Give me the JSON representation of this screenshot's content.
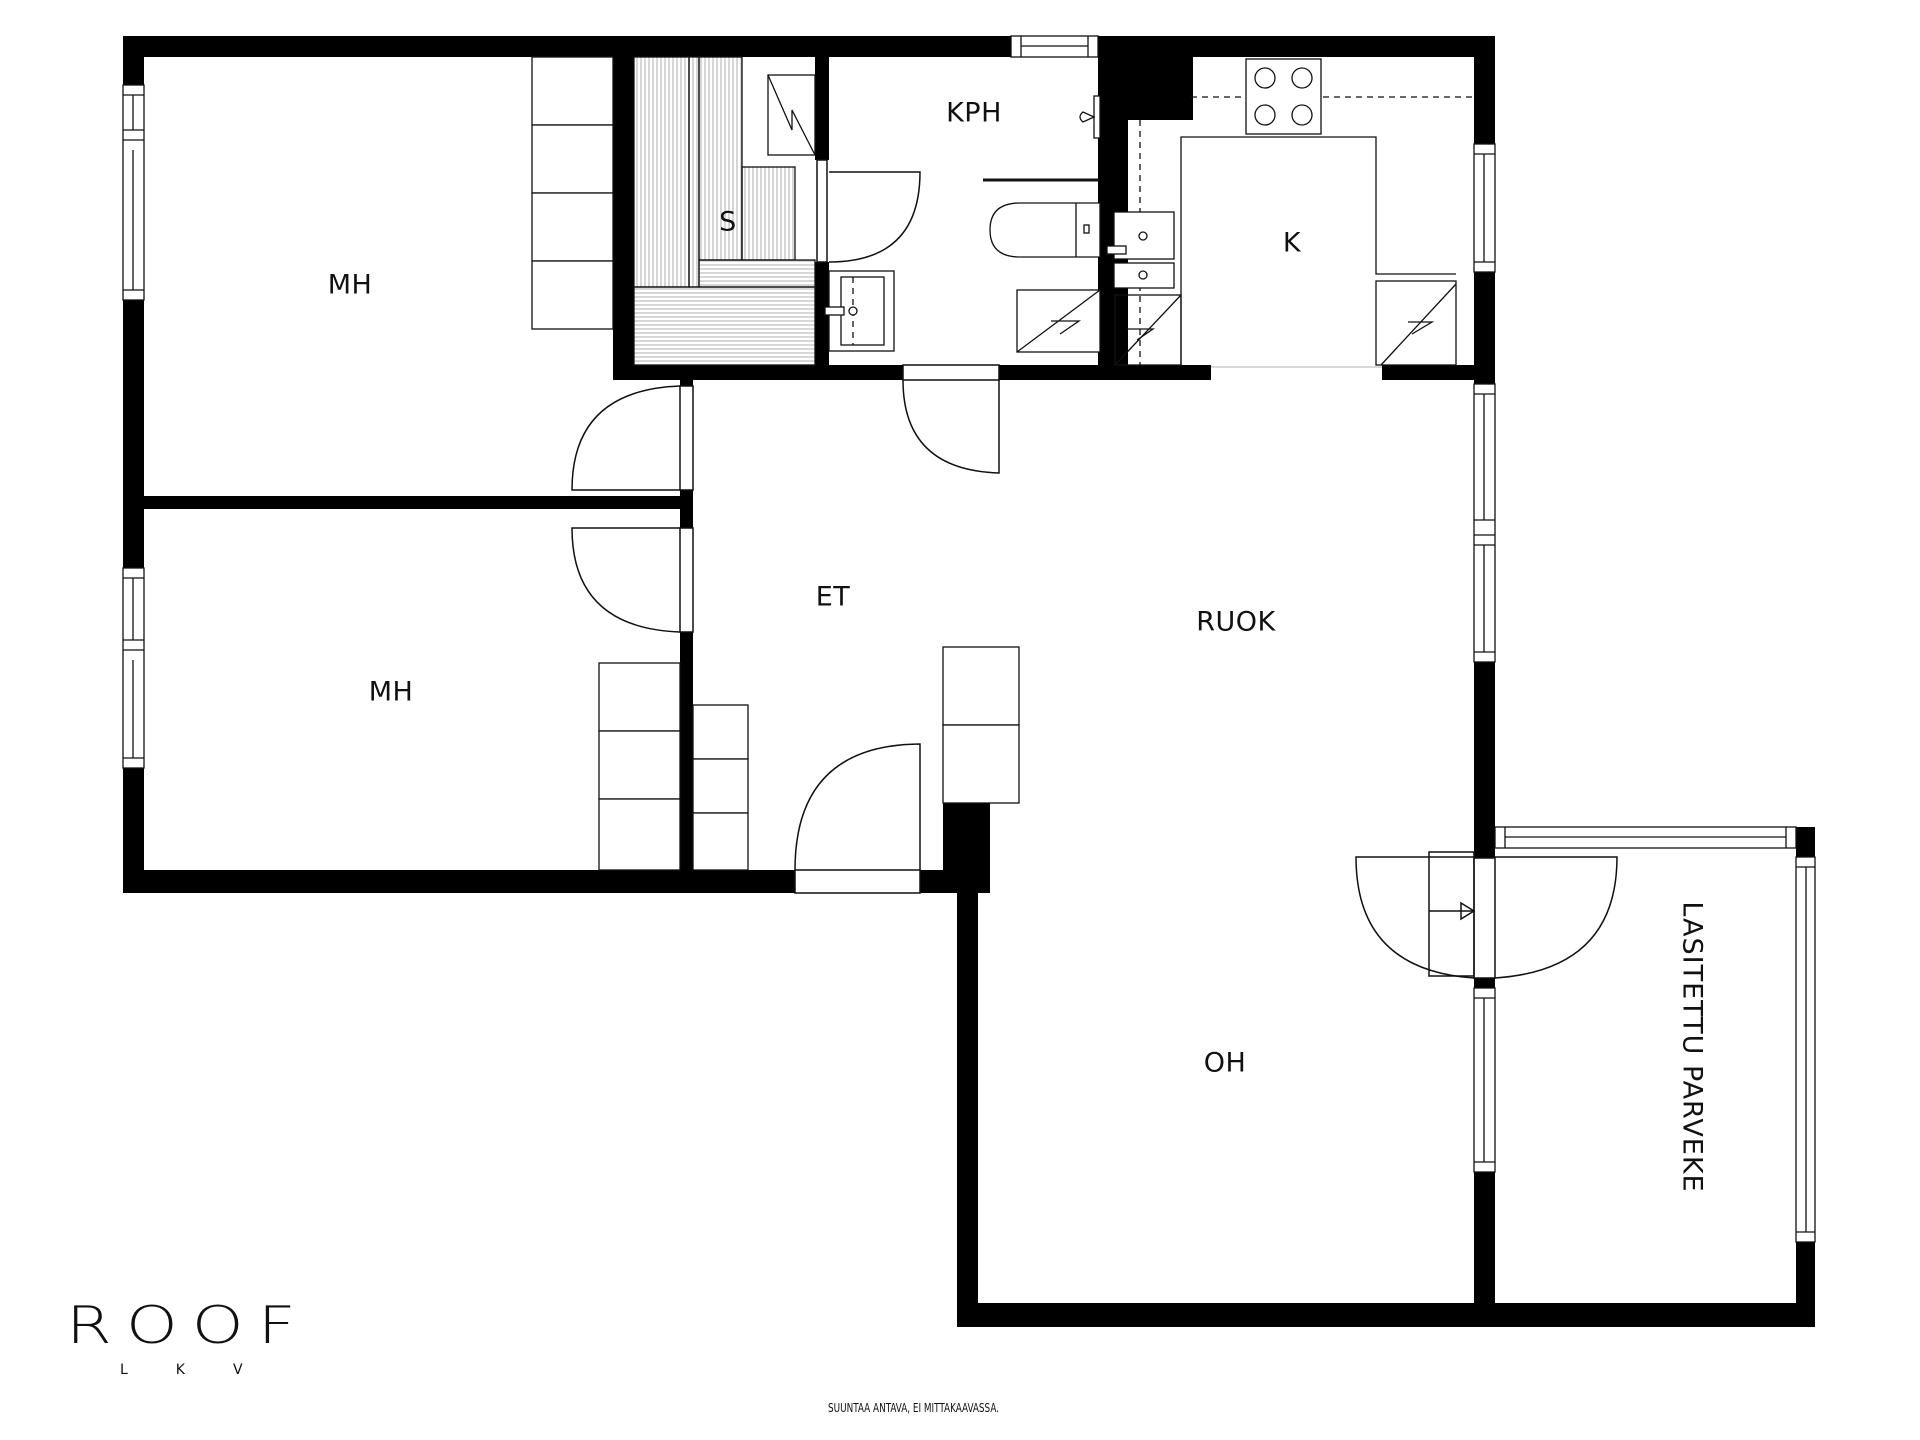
{
  "floorplan": {
    "rooms": [
      {
        "id": "mh1",
        "label": "MH"
      },
      {
        "id": "sauna",
        "label": "S"
      },
      {
        "id": "kph",
        "label": "KPH"
      },
      {
        "id": "kitchen",
        "label": "K"
      },
      {
        "id": "mh2",
        "label": "MH"
      },
      {
        "id": "hall",
        "label": "ET"
      },
      {
        "id": "dining",
        "label": "RUOK"
      },
      {
        "id": "living",
        "label": "OH"
      },
      {
        "id": "balcony",
        "label": "LASITETTU PARVEKE"
      }
    ],
    "colors": {
      "wall": "#000000",
      "line": "#111111",
      "background": "#ffffff",
      "hatch": "#9a9a9a"
    }
  },
  "branding": {
    "logo_main": "ROOF",
    "logo_sub": "LKV"
  },
  "footer": {
    "disclaimer": "SUUNTAA ANTAVA, EI MITTAKAAVASSA."
  }
}
